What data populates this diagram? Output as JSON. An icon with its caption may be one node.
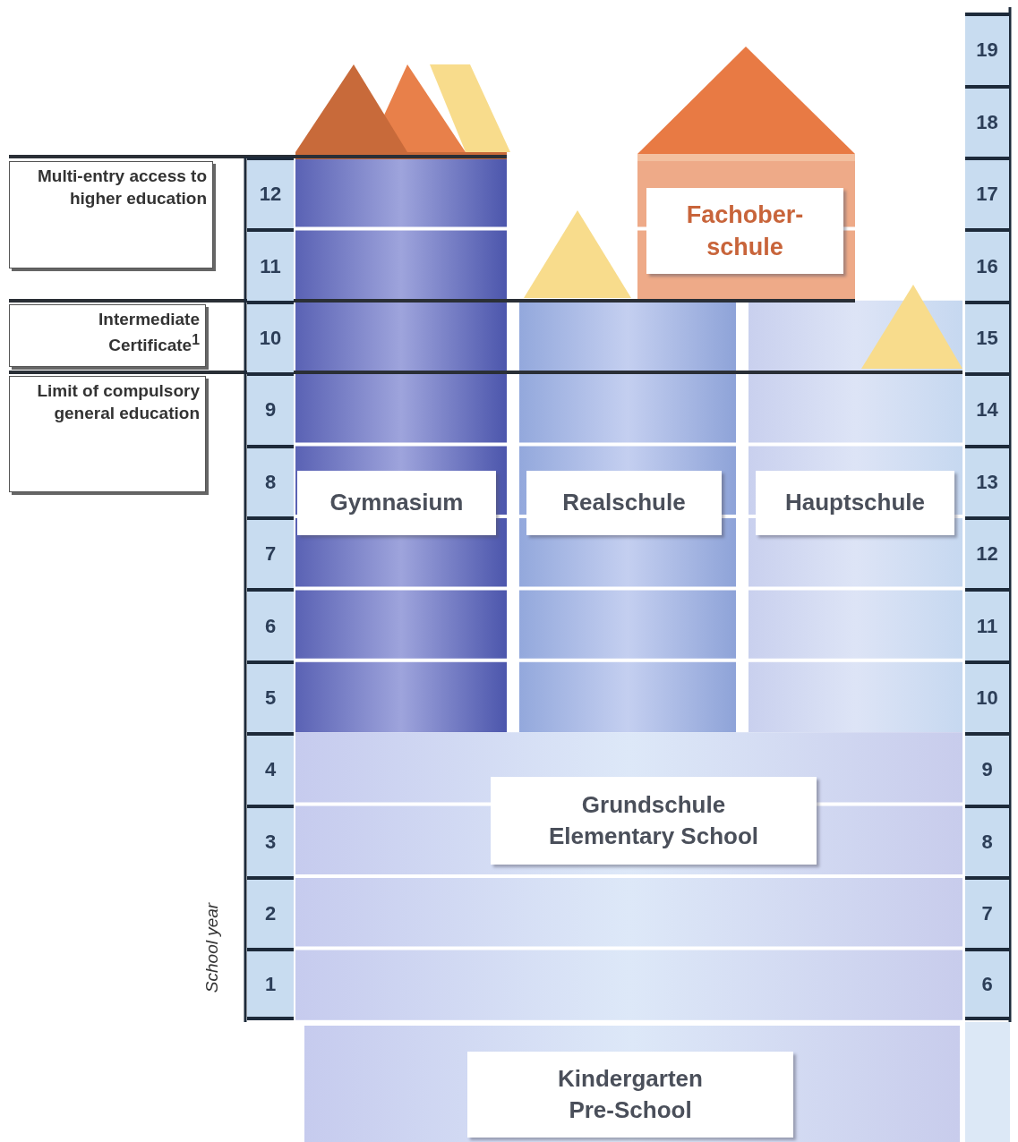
{
  "diagram": {
    "nodes": [
      {
        "text": [
          "Multi-entry access to higher education"
        ]
      },
      {
        "text": [
          "Intermediate Certificate$^{1}$"
        ]
      },
      {
        "text": [
          "Limit of compulsory general education"
        ]
      },
      {
        "text": [
          "Fachober- schule"
        ]
      },
      {
        "text": [
          "Gymnasium"
        ]
      },
      {
        "text": [
          "Realschule"
        ]
      },
      {
        "text": [
          "Hauptschule"
        ]
      },
      {
        "text": [
          "Grundschule Elementary School"
        ]
      },
      {
        "text": [
          "Kindergarten Pre-School"
        ]
      }
    ],
    "labels": [
      "12",
      "11",
      "10",
      "9",
      "8",
      "7",
      "6",
      "5",
      "4",
      "3",
      "2",
      "1",
      "19",
      "18",
      "17",
      "16",
      "15",
      "14",
      "13",
      "12",
      "11",
      "10",
      "9",
      "8",
      "7",
      "6",
      "School year"
    ]
  }
}
